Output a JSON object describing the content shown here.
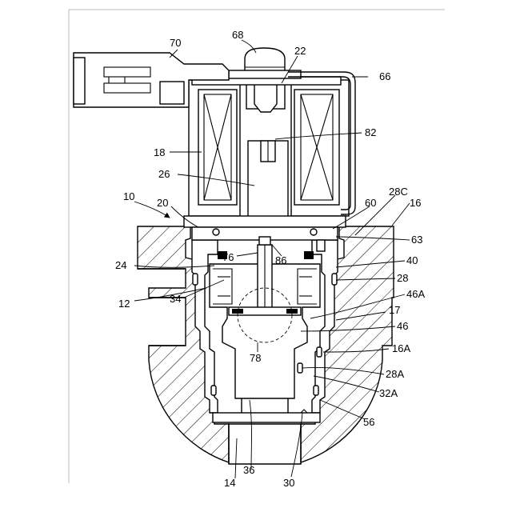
{
  "figure": {
    "reference_labels": [
      {
        "id": "70",
        "text": "70"
      },
      {
        "id": "68",
        "text": "68"
      },
      {
        "id": "22",
        "text": "22"
      },
      {
        "id": "66",
        "text": "66"
      },
      {
        "id": "82",
        "text": "82"
      },
      {
        "id": "18",
        "text": "18"
      },
      {
        "id": "26",
        "text": "26"
      },
      {
        "id": "10",
        "text": "10"
      },
      {
        "id": "20",
        "text": "20"
      },
      {
        "id": "28C",
        "text": "28C"
      },
      {
        "id": "16",
        "text": "16"
      },
      {
        "id": "60",
        "text": "60"
      },
      {
        "id": "63",
        "text": "63"
      },
      {
        "id": "76",
        "text": "76"
      },
      {
        "id": "86",
        "text": "86"
      },
      {
        "id": "24",
        "text": "24"
      },
      {
        "id": "40",
        "text": "40"
      },
      {
        "id": "28",
        "text": "28"
      },
      {
        "id": "12",
        "text": "12"
      },
      {
        "id": "34",
        "text": "34"
      },
      {
        "id": "46A",
        "text": "46A"
      },
      {
        "id": "17",
        "text": "17"
      },
      {
        "id": "46",
        "text": "46"
      },
      {
        "id": "78",
        "text": "78"
      },
      {
        "id": "16A",
        "text": "16A"
      },
      {
        "id": "28A",
        "text": "28A"
      },
      {
        "id": "32A",
        "text": "32A"
      },
      {
        "id": "56",
        "text": "56"
      },
      {
        "id": "36",
        "text": "36"
      },
      {
        "id": "14",
        "text": "14"
      },
      {
        "id": "30",
        "text": "30"
      }
    ]
  }
}
